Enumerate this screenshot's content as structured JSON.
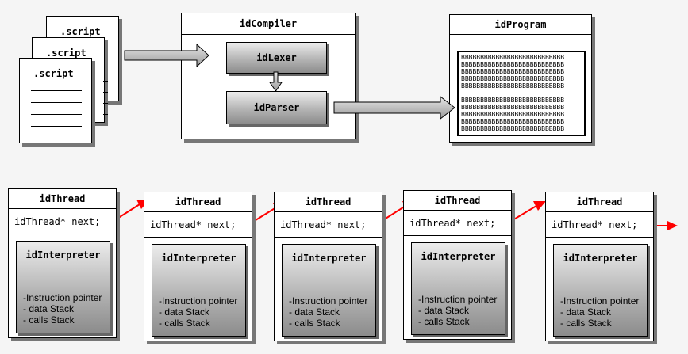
{
  "scripts": [
    ".script",
    ".script",
    ".script"
  ],
  "compiler": {
    "title": "idCompiler",
    "lexer": "idLexer",
    "parser": "idParser"
  },
  "program": {
    "title": "idProgram",
    "bytecode_rows": [
      "BBBBBBBBBBBBBBBBBBBBBBBBBBB",
      "BBBBBBBBBBBBBBBBBBBBBBBBBBB",
      "BBBBBBBBBBBBBBBBBBBBBBBBBBB",
      "BBBBBBBBBBBBBBBBBBBBBBBBBBB",
      "BBBBBBBBBBBBBBBBBBBBBBBBBBB",
      "",
      "BBBBBBBBBBBBBBBBBBBBBBBBBBB",
      "BBBBBBBBBBBBBBBBBBBBBBBBBBB",
      "BBBBBBBBBBBBBBBBBBBBBBBBBBB",
      "BBBBBBBBBBBBBBBBBBBBBBBBBBB",
      "BBBBBBBBBBBBBBBBBBBBBBBBBBB"
    ]
  },
  "threads": [
    {
      "title": "idThread",
      "next": "idThread* next;",
      "interpreter": "idInterpreter",
      "lines": [
        "-Instruction pointer",
        "- data Stack",
        "- calls Stack"
      ]
    },
    {
      "title": "idThread",
      "next": "idThread* next;",
      "interpreter": "idInterpreter",
      "lines": [
        "-Instruction pointer",
        "- data Stack",
        "- calls Stack"
      ]
    },
    {
      "title": "idThread",
      "next": "idThread* next;",
      "interpreter": "idInterpreter",
      "lines": [
        "-Instruction pointer",
        "- data Stack",
        "- calls Stack"
      ]
    },
    {
      "title": "idThread",
      "next": "idThread* next;",
      "interpreter": "idInterpreter",
      "lines": [
        "-Instruction pointer",
        "- data Stack",
        "- calls Stack"
      ]
    },
    {
      "title": "idThread",
      "next": "idThread* next;",
      "interpreter": "idInterpreter",
      "lines": [
        "-Instruction pointer",
        "- data Stack",
        "- calls Stack"
      ]
    }
  ],
  "colors": {
    "link_arrow": "#ff0000",
    "flow_arrow": "#bdbdbd"
  }
}
